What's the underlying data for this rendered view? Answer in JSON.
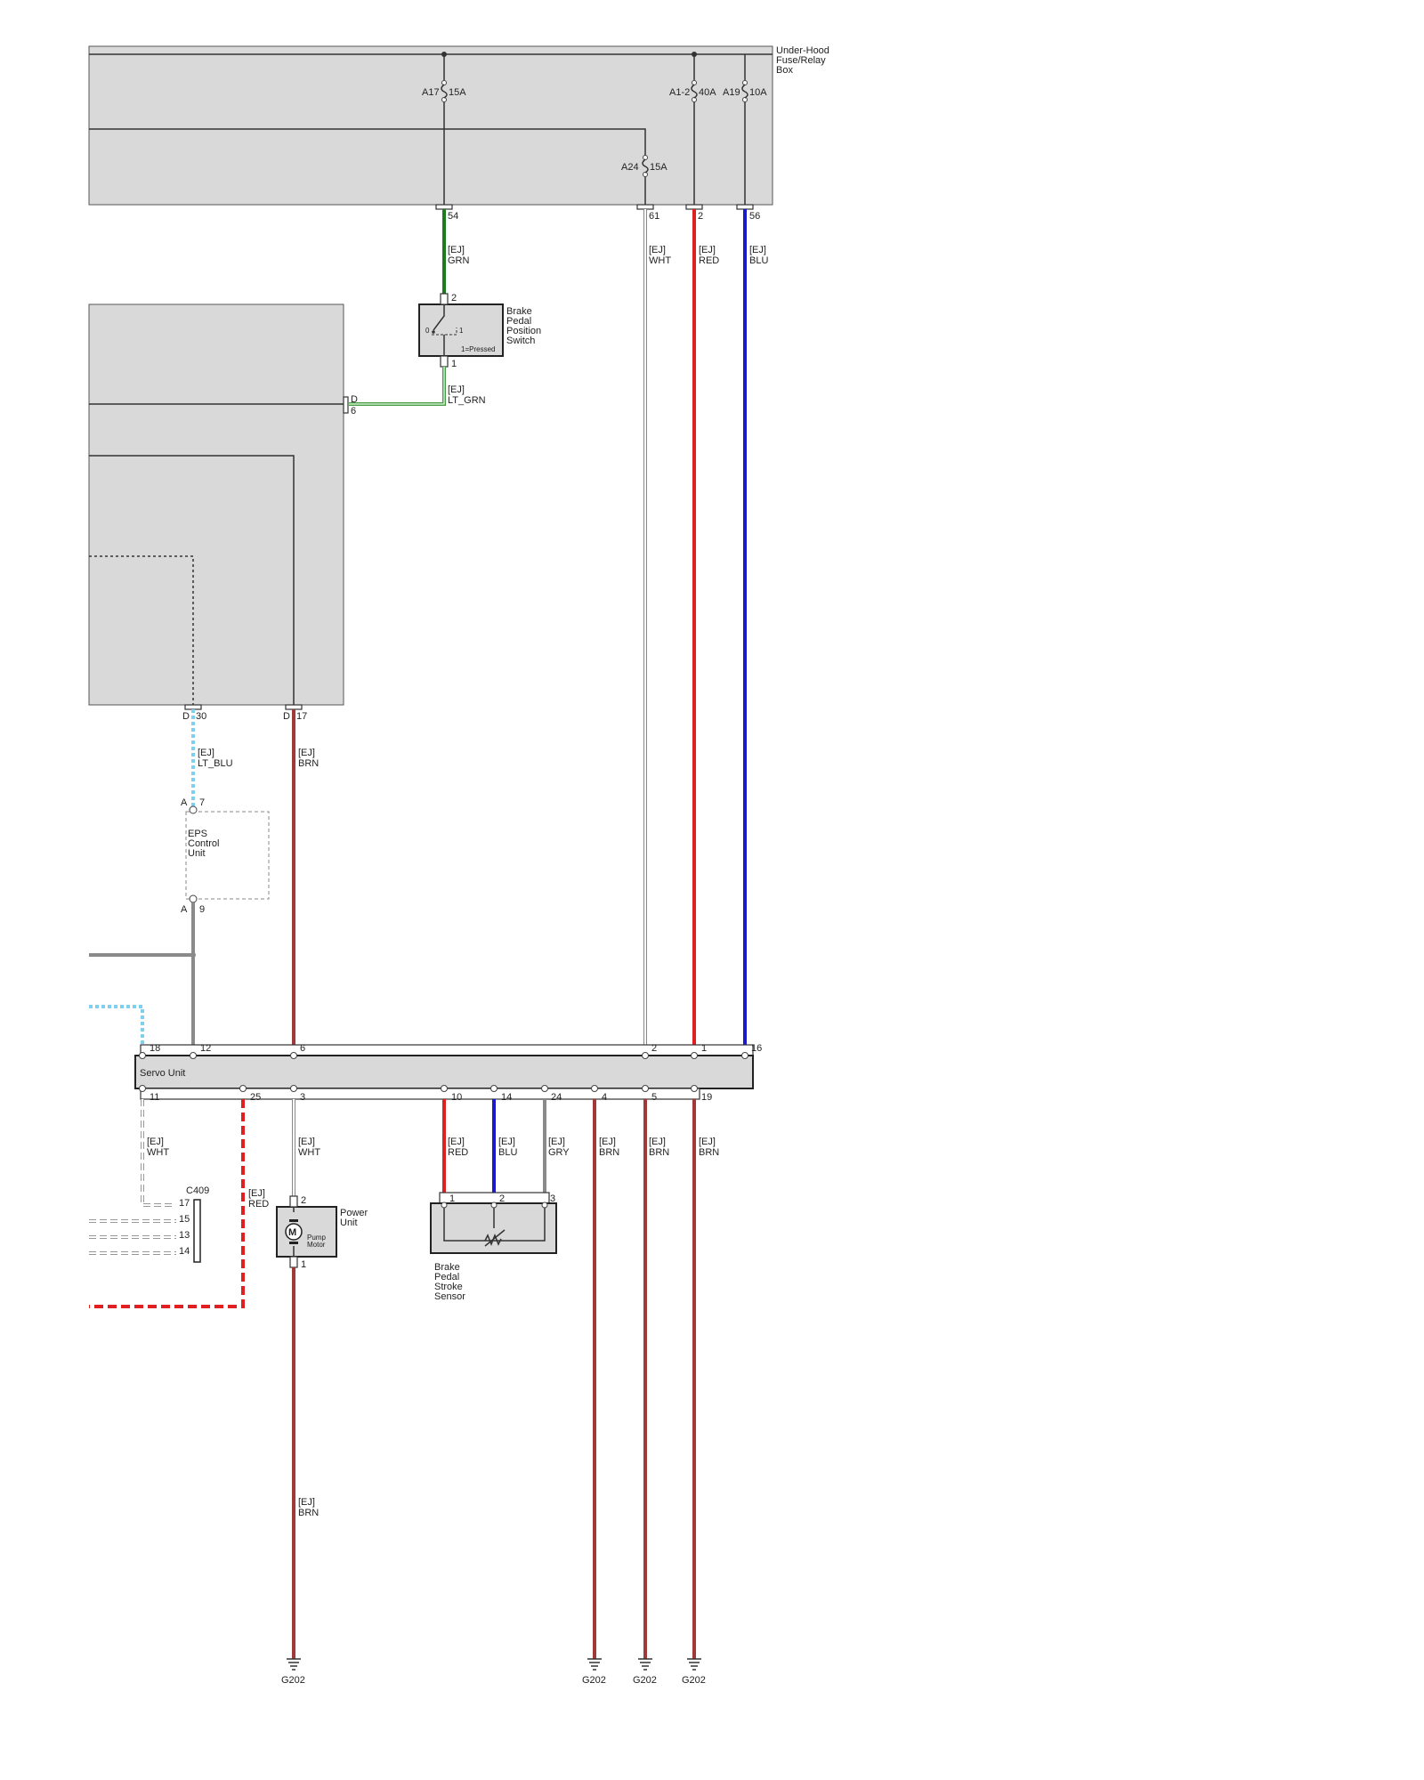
{
  "components": {
    "fuse_box": {
      "label": [
        "Under-Hood",
        "Fuse/Relay",
        "Box"
      ]
    },
    "fuses": [
      {
        "name": "A17",
        "rating": "15A"
      },
      {
        "name": "A24",
        "rating": "15A"
      },
      {
        "name": "A1-2",
        "rating": "40A"
      },
      {
        "name": "A19",
        "rating": "10A"
      }
    ],
    "fuse_box_pins": [
      "54",
      "61",
      "2",
      "56"
    ],
    "brake_switch": {
      "label": [
        "Brake",
        "Pedal",
        "Position",
        "Switch"
      ],
      "pin_top": "2",
      "pin_bottom": "1",
      "note": "1=Pressed",
      "pos_0": "0",
      "pos_1": "1"
    },
    "ecm_pins": {
      "d6_conn": "D",
      "d6_pin": "6",
      "d30_conn": "D",
      "d30_pin": "30",
      "d17_conn": "D",
      "d17_pin": "17"
    },
    "eps_unit": {
      "label": [
        "EPS",
        "Control",
        "Unit"
      ],
      "pin_top_conn": "A",
      "pin_top": "7",
      "pin_bottom_conn": "A",
      "pin_bottom": "9"
    },
    "servo_unit": {
      "label": "Servo Unit",
      "top_pins": [
        "18",
        "12",
        "6",
        "2",
        "1",
        "16"
      ],
      "bottom_pins": [
        "11",
        "25",
        "3",
        "10",
        "14",
        "24",
        "4",
        "5",
        "19"
      ]
    },
    "c409": {
      "label": "C409",
      "pins": [
        "17",
        "15",
        "13",
        "14"
      ]
    },
    "power_unit": {
      "label": [
        "Power",
        "Unit"
      ],
      "motor": [
        "Pump",
        "Motor"
      ],
      "motor_symbol": "M",
      "pin_top": "2",
      "pin_bottom": "1"
    },
    "stroke_sensor": {
      "label": [
        "Brake",
        "Pedal",
        "Stroke",
        "Sensor"
      ],
      "pins": [
        "1",
        "2",
        "3"
      ]
    },
    "grounds": [
      "G202",
      "G202",
      "G202",
      "G202"
    ]
  },
  "wires": [
    {
      "harness": "[EJ]",
      "color_name": "GRN",
      "hex": "#1e7a1e"
    },
    {
      "harness": "[EJ]",
      "color_name": "WHT",
      "hex": "#bbbbbb"
    },
    {
      "harness": "[EJ]",
      "color_name": "RED",
      "hex": "#e02020"
    },
    {
      "harness": "[EJ]",
      "color_name": "BLU",
      "hex": "#1a1acc"
    },
    {
      "harness": "[EJ]",
      "color_name": "LT_GRN",
      "hex": "#6cc06c"
    },
    {
      "harness": "[EJ]",
      "color_name": "LT_BLU",
      "hex": "#7fcff0"
    },
    {
      "harness": "[EJ]",
      "color_name": "BRN",
      "hex": "#a03a3a"
    },
    {
      "harness": "[EJ]",
      "color_name": "WHT",
      "hex": "#bbbbbb"
    },
    {
      "harness": "[EJ]",
      "color_name": "RED",
      "hex": "#e02020"
    },
    {
      "harness": "[EJ]",
      "color_name": "WHT",
      "hex": "#bbbbbb"
    },
    {
      "harness": "[EJ]",
      "color_name": "RED",
      "hex": "#e02020"
    },
    {
      "harness": "[EJ]",
      "color_name": "BLU",
      "hex": "#1a1acc"
    },
    {
      "harness": "[EJ]",
      "color_name": "GRY",
      "hex": "#8a8a8a"
    },
    {
      "harness": "[EJ]",
      "color_name": "BRN",
      "hex": "#a03a3a"
    },
    {
      "harness": "[EJ]",
      "color_name": "BRN",
      "hex": "#a03a3a"
    },
    {
      "harness": "[EJ]",
      "color_name": "BRN",
      "hex": "#a03a3a"
    },
    {
      "harness": "[EJ]",
      "color_name": "BRN",
      "hex": "#a03a3a"
    }
  ]
}
